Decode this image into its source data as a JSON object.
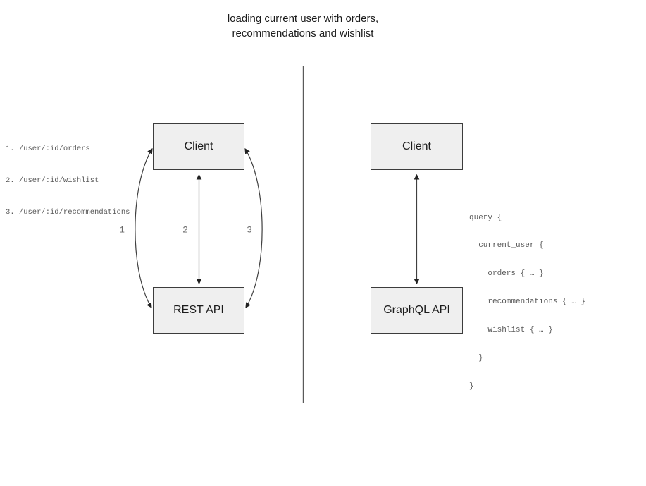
{
  "title": {
    "line1": "loading current user with orders,",
    "line2": "recommendations and wishlist"
  },
  "left": {
    "endpoints": [
      "1. /user/:id/orders",
      "2. /user/:id/wishlist",
      "3. /user/:id/recommendations"
    ],
    "client_label": "Client",
    "api_label": "REST API",
    "arrow_labels": [
      "1",
      "2",
      "3"
    ]
  },
  "right": {
    "client_label": "Client",
    "api_label": "GraphQL API",
    "query_lines": [
      "query {",
      "  current_user {",
      "    orders { … }",
      "    recommendations { … }",
      "    wishlist { … }",
      "  }",
      "}"
    ]
  },
  "colors": {
    "box_fill": "#efefef",
    "box_border": "#3c3c3c",
    "line": "#3f3f3f",
    "mono_text": "#5a5a5a",
    "title_text": "#1c1c1c",
    "divider": "#5a5a5a"
  }
}
